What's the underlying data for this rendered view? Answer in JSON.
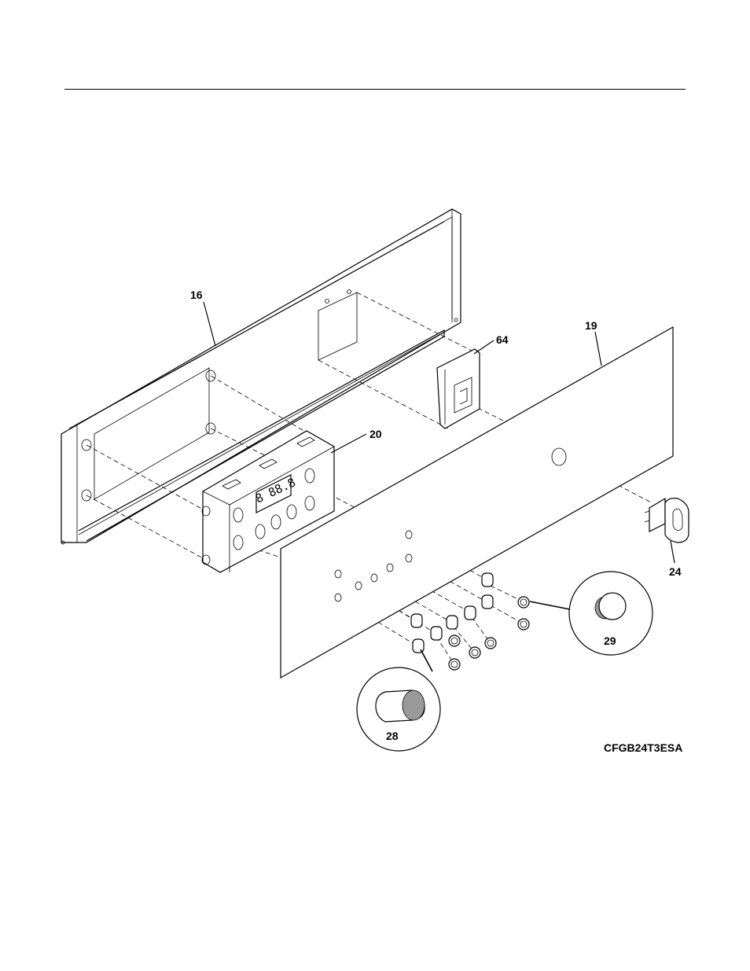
{
  "diagram": {
    "model_code": "CFGB24T3ESA",
    "display_digits": "8 88.8",
    "callouts": {
      "part_16": "16",
      "part_19": "19",
      "part_20": "20",
      "part_24": "24",
      "part_28": "28",
      "part_29": "29",
      "part_64": "64"
    }
  }
}
